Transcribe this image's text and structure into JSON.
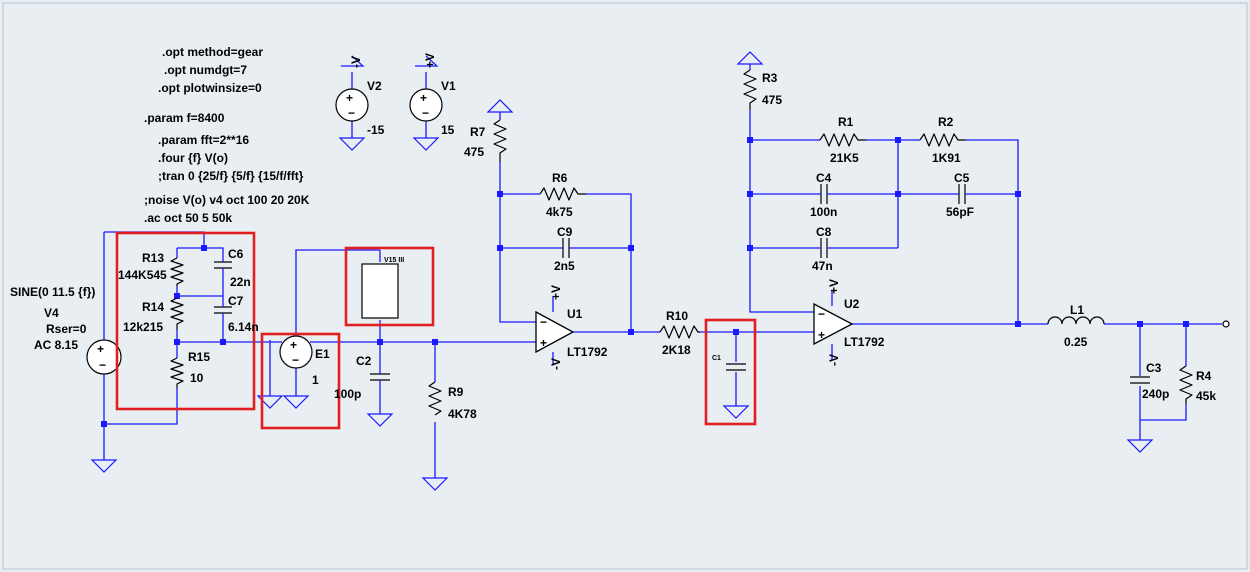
{
  "directives": {
    "opt_method": ".opt method=gear",
    "opt_numdgt": ".opt numdgt=7",
    "opt_plotwin": ".opt plotwinsize=0",
    "param_f": ".param f=8400",
    "param_fft": ".param fft=2**16",
    "four": ".four {f} V(o)",
    "tran": ";tran 0 {25/f} {5/f} {15/f/fft}",
    "noise": ";noise V(o) v4 oct 100 20 20K",
    "ac": ".ac oct 50 5 50k"
  },
  "sources": {
    "v2_name": "V2",
    "v2_value": "-15",
    "v2_pin": "-V",
    "v1_name": "V1",
    "v1_value": "15",
    "v1_pin": "+V",
    "v4_spec": "SINE(0 11.5 {f})",
    "v4_name": "V4",
    "v4_rser": "Rser=0",
    "v4_ac": "AC 8.15",
    "e1_name": "E1",
    "e1_gain": "1",
    "v15_label": "V15 III"
  },
  "components": {
    "r13_name": "R13",
    "r13_value": "144K545",
    "r14_name": "R14",
    "r14_value": "12k215",
    "r15_name": "R15",
    "r15_value": "10",
    "c6_name": "C6",
    "c6_value": "22n",
    "c7_name": "C7",
    "c7_value": "6.14n",
    "c2_name": "C2",
    "c2_value": "100p",
    "r9_name": "R9",
    "r9_value": "4K78",
    "r7_name": "R7",
    "r7_value": "475",
    "r6_name": "R6",
    "r6_value": "4k75",
    "c9_name": "C9",
    "c9_value": "2n5",
    "u1_name": "U1",
    "u1_model": "LT1792",
    "r10_name": "R10",
    "r10_value": "2K18",
    "c1_name": "C1",
    "r3_name": "R3",
    "r3_value": "475",
    "r1_name": "R1",
    "r1_value": "21K5",
    "r2_name": "R2",
    "r2_value": "1K91",
    "c4_name": "C4",
    "c4_value": "100n",
    "c5_name": "C5",
    "c5_value": "56pF",
    "c8_name": "C8",
    "c8_value": "47n",
    "u2_name": "U2",
    "u2_model": "LT1792",
    "l1_name": "L1",
    "l1_value": "0.25",
    "c3_name": "C3",
    "c3_value": "240p",
    "r4_name": "R4",
    "r4_value": "45k"
  },
  "pins": {
    "plus_v": "+V",
    "minus_v": "-V",
    "plus": "+",
    "minus": "-"
  },
  "colors": {
    "wire": "#1a1aff",
    "highlight": "#e02020",
    "background": "#e9eef3"
  }
}
